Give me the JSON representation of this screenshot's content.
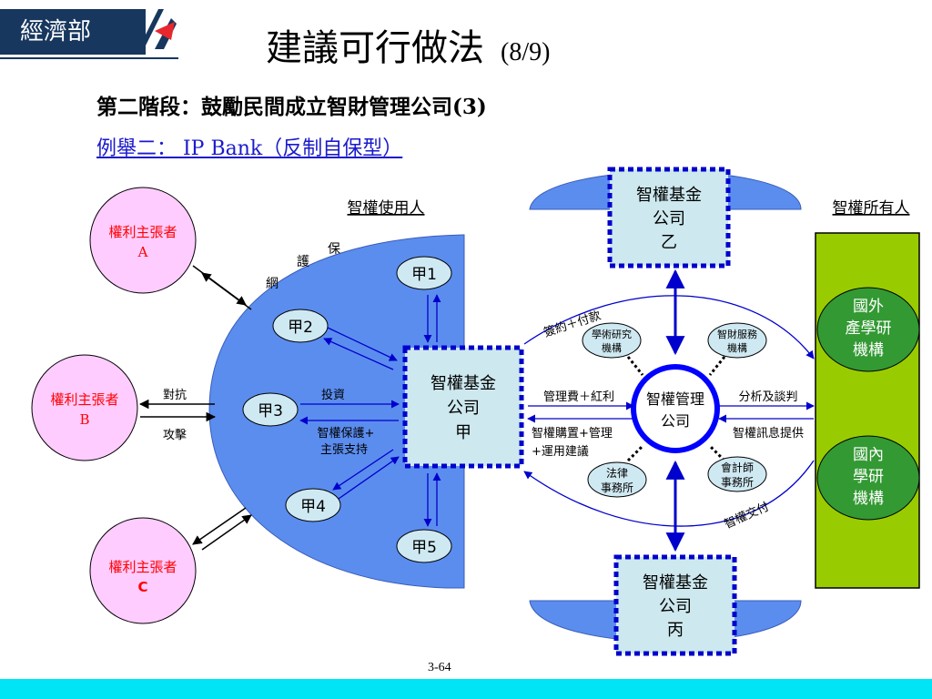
{
  "header": {
    "logo_text": "經濟部",
    "title": "建議可行做法",
    "page_indicator": "(8/9)",
    "subtitle": "第二階段：鼓勵民間成立智財管理公司(3)",
    "example": "例舉二：  IP Bank（反制自保型）"
  },
  "labels": {
    "ip_users": "智權使用人",
    "ip_owners": "智權所有人",
    "protection_net": [
      "保",
      "護",
      "網"
    ]
  },
  "claimants": [
    {
      "line1": "權利主張者",
      "line2": "A"
    },
    {
      "line1": "權利主張者",
      "line2": "B"
    },
    {
      "line1": "權利主張者",
      "line2": "C"
    }
  ],
  "members": [
    "甲1",
    "甲2",
    "甲3",
    "甲4",
    "甲5"
  ],
  "funds": {
    "jia": {
      "line1": "智權基金",
      "line2": "公司",
      "line3": "甲"
    },
    "yi": {
      "line1": "智權基金",
      "line2": "公司",
      "line3": "乙"
    },
    "bing": {
      "line1": "智權基金",
      "line2": "公司",
      "line3": "丙"
    }
  },
  "management": {
    "line1": "智權管理",
    "line2": "公司"
  },
  "partners": [
    {
      "line1": "學術研究",
      "line2": "機構"
    },
    {
      "line1": "智財服務",
      "line2": "機構"
    },
    {
      "line1": "法律",
      "line2": "事務所"
    },
    {
      "line1": "會計師",
      "line2": "事務所"
    }
  ],
  "owners": [
    {
      "line1": "國外",
      "line2": "產學研",
      "line3": "機構"
    },
    {
      "line1": "國內",
      "line2": "學研",
      "line3": "機構"
    }
  ],
  "flows": {
    "confront": "對抗",
    "attack": "攻擊",
    "invest": "投資",
    "protect_line1": "智權保護+",
    "protect_line2": "主張支持",
    "mgmt_fee": "管理費＋紅利",
    "purchase_line1": "智權購置+管理",
    "purchase_line2": "+運用建議",
    "analysis": "分析及談判",
    "info": "智權訊息提供",
    "sign_pay": "簽約＋付款",
    "deliver": "智權交付"
  },
  "footer": {
    "page_number": "3-64"
  },
  "colors": {
    "navy": "#17375e",
    "shield_blue": "#5b8def",
    "claimant_pink": "#ffccff",
    "fund_fill": "#cde8ee",
    "member_fill": "#cfe9f2",
    "owner_green": "#99cc00",
    "owner_oval": "#339933",
    "arrow_blue": "#0000cc",
    "footer_cyan": "#00e5f5"
  }
}
